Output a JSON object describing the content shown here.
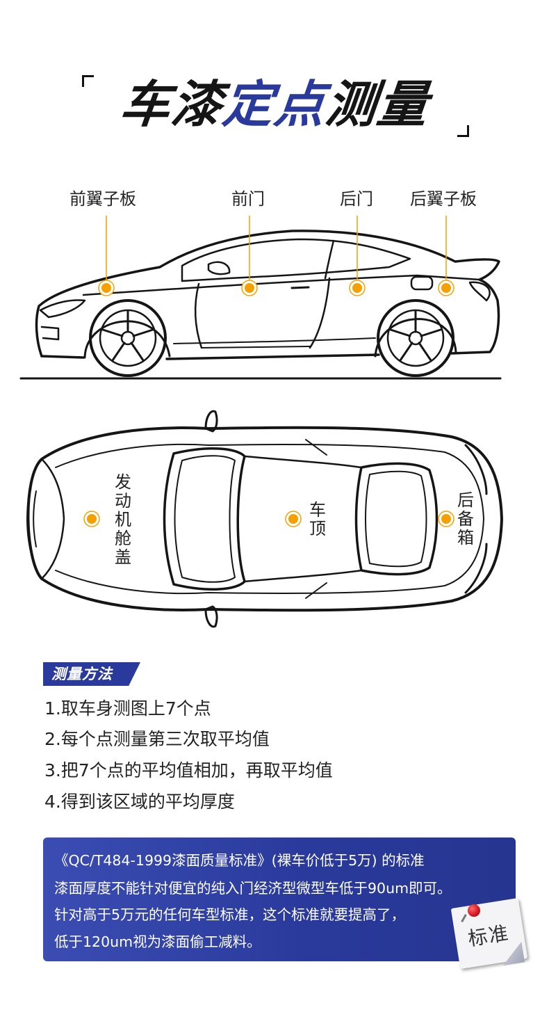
{
  "title": {
    "part1": "车漆",
    "part2": "定点",
    "part3": "测量"
  },
  "side_view": {
    "labels": [
      "前翼子板",
      "前门",
      "后门",
      "后翼子板"
    ]
  },
  "top_view": {
    "labels": [
      "发动机舱盖",
      "车顶",
      "后备箱"
    ]
  },
  "method": {
    "heading": "测量方法",
    "steps": [
      "1.取车身测图上7个点",
      "2.每个点测量第三次取平均值",
      "3.把7个点的平均值相加，再取平均值",
      "4.得到该区域的平均厚度"
    ]
  },
  "standard": {
    "lines": [
      "《QC/T484-1999漆面质量标准》(裸车价低于5万) 的标准",
      "漆面厚度不能针对便宜的纯入门经济型微型车低于90um即可。",
      "针对高于5万元的任何车型标准，这个标准就要提高了，",
      "低于120um视为漆面偷工减料。"
    ],
    "note": "标准"
  },
  "colors": {
    "accent_blue": "#2a3a9c",
    "marker_orange": "#f5a000"
  }
}
